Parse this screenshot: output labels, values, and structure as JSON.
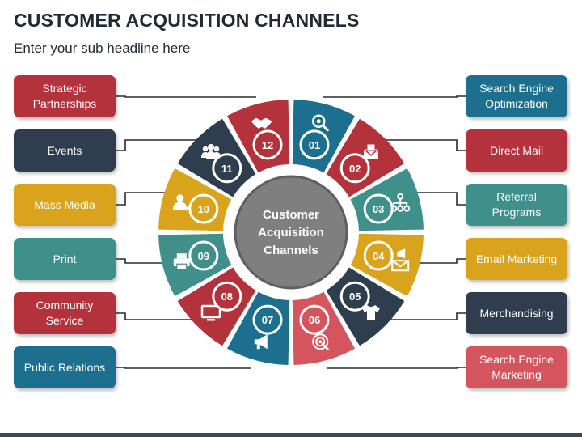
{
  "title": "CUSTOMER ACQUISITION CHANNELS",
  "subtitle": "Enter your sub headline here",
  "center_label_lines": [
    "Customer",
    "Acquisition",
    "Channels"
  ],
  "colors": {
    "red": "#b3323b",
    "navy": "#2f3e4f",
    "gold": "#d9a41c",
    "teal": "#3f8f8a",
    "blue": "#1c6f8f",
    "pink": "#d4555d",
    "center": "#7f7f7f"
  },
  "segments": [
    {
      "number": "01",
      "color": "#1c6f8f",
      "icon": "search-gear-icon"
    },
    {
      "number": "02",
      "color": "#b3323b",
      "icon": "mail-icon"
    },
    {
      "number": "03",
      "color": "#3f8f8a",
      "icon": "network-icon"
    },
    {
      "number": "04",
      "color": "#d9a41c",
      "icon": "megaphone-mail-icon"
    },
    {
      "number": "05",
      "color": "#2f3e4f",
      "icon": "tshirt-icon"
    },
    {
      "number": "06",
      "color": "#d4555d",
      "icon": "target-icon"
    },
    {
      "number": "07",
      "color": "#1c6f8f",
      "icon": "megaphone-icon"
    },
    {
      "number": "08",
      "color": "#b3323b",
      "icon": "monitor-icon"
    },
    {
      "number": "09",
      "color": "#3f8f8a",
      "icon": "printer-icon"
    },
    {
      "number": "10",
      "color": "#d9a41c",
      "icon": "person-check-icon"
    },
    {
      "number": "11",
      "color": "#2f3e4f",
      "icon": "group-icon"
    },
    {
      "number": "12",
      "color": "#b3323b",
      "icon": "handshake-icon"
    }
  ],
  "left_boxes": [
    {
      "label": "Strategic Partnerships",
      "color": "#b3323b"
    },
    {
      "label": "Events",
      "color": "#2f3e4f"
    },
    {
      "label": "Mass Media",
      "color": "#d9a41c"
    },
    {
      "label": "Print",
      "color": "#3f8f8a"
    },
    {
      "label": "Community Service",
      "color": "#b3323b"
    },
    {
      "label": "Public Relations",
      "color": "#1c6f8f"
    }
  ],
  "right_boxes": [
    {
      "label": "Search Engine Optimization",
      "color": "#1c6f8f"
    },
    {
      "label": "Direct Mail",
      "color": "#b3323b"
    },
    {
      "label": "Referral Programs",
      "color": "#3f8f8a"
    },
    {
      "label": "Email Marketing",
      "color": "#d9a41c"
    },
    {
      "label": "Merchandising",
      "color": "#2f3e4f"
    },
    {
      "label": "Search Engine Marketing",
      "color": "#d4555d"
    }
  ]
}
